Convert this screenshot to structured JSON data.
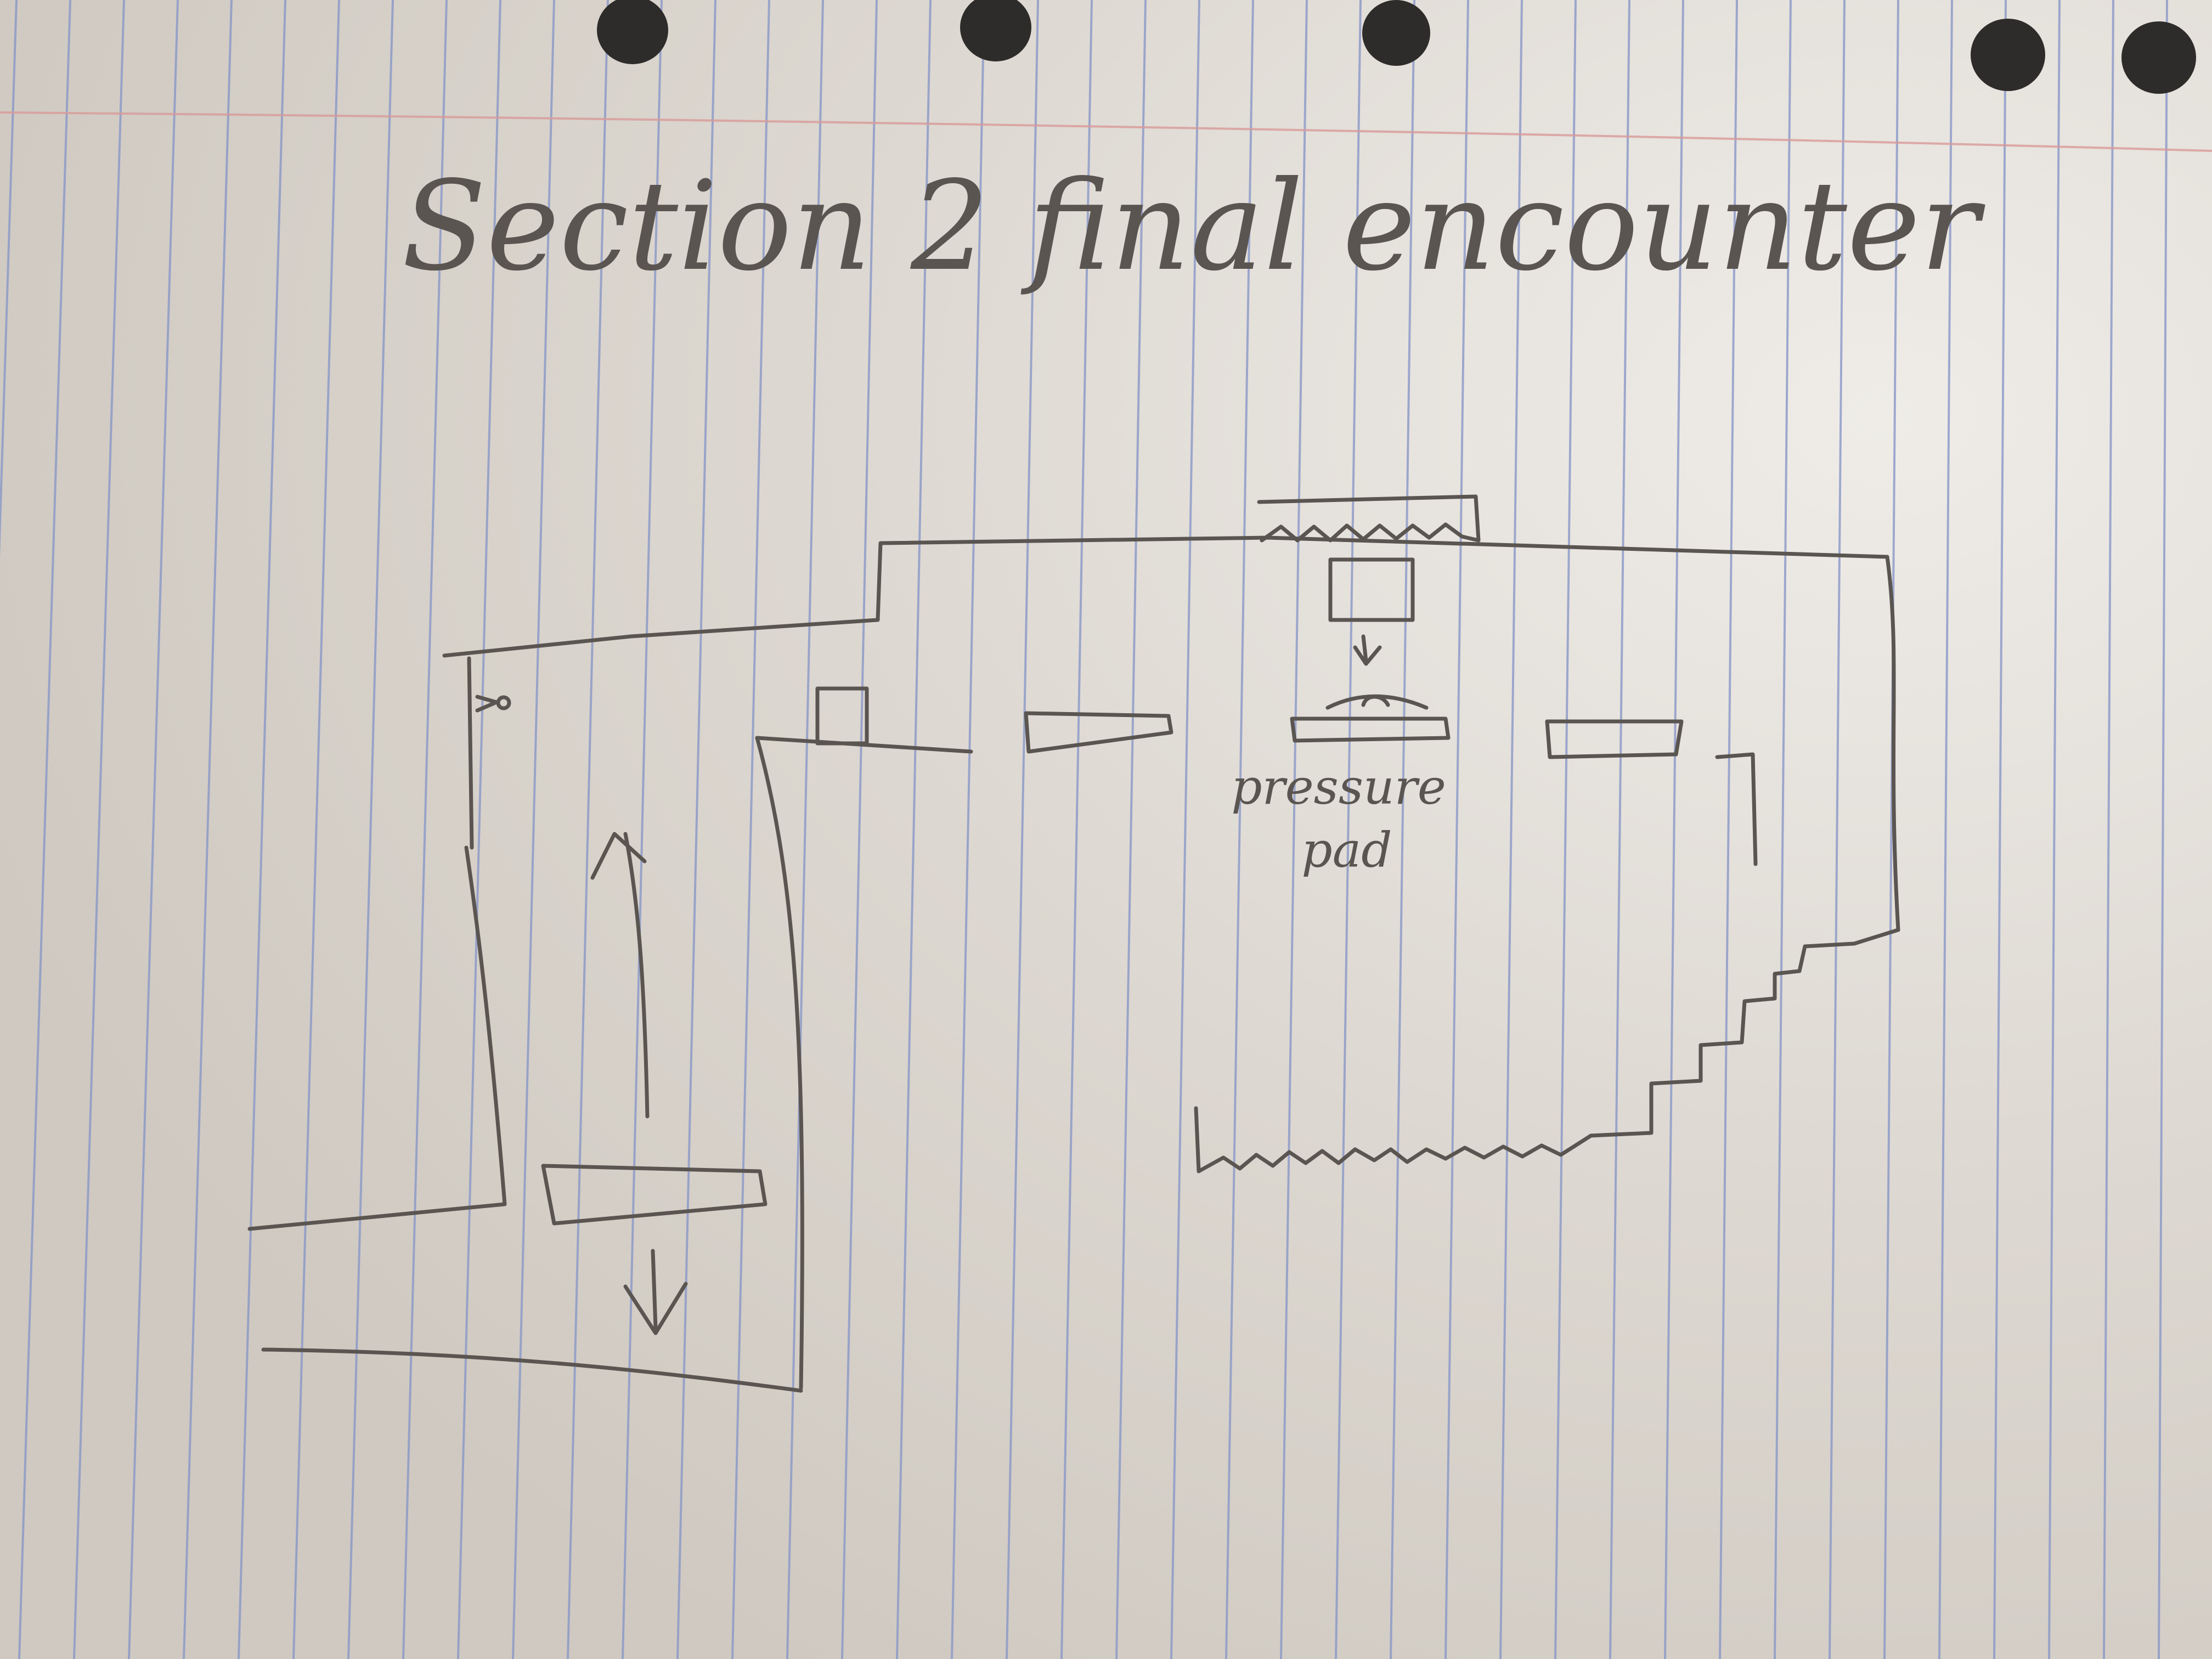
{
  "title": "Section 2 final encounter",
  "labels": {
    "pressure_pad_line1": "pressure",
    "pressure_pad_line2": "pad"
  },
  "colors": {
    "paper": "#dcd7d0",
    "rule_line": "#8a98c8",
    "margin_line": "#d89a98",
    "pencil": "#5a5550",
    "hole": "#2e2c2a"
  }
}
